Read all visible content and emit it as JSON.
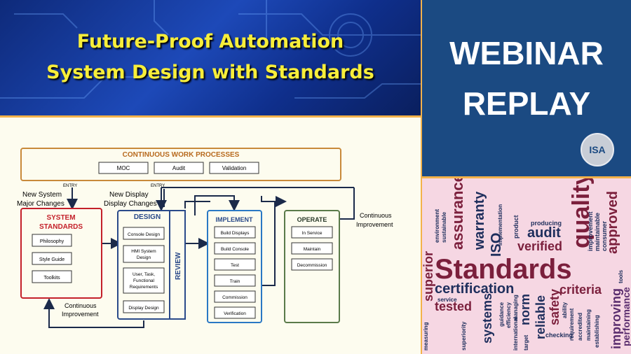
{
  "title": {
    "line1": "Future-Proof Automation",
    "line2": "System Design with Standards"
  },
  "banner": {
    "line1": "WEBINAR",
    "line2": "REPLAY",
    "logo_text": "ISA"
  },
  "diagram": {
    "top_box": {
      "title": "CONTINUOUS WORK PROCESSES",
      "items": [
        "MOC",
        "Audit",
        "Validation"
      ]
    },
    "entry_label": "ENTRY",
    "left_note": [
      "New System",
      "Major Changes"
    ],
    "mid_note": [
      "New Display",
      "Display Changes"
    ],
    "right_note": [
      "Continuous",
      "Improvement"
    ],
    "bottom_note": [
      "Continuous",
      "Improvement"
    ],
    "system_standards": {
      "title": [
        "SYSTEM",
        "STANDARDS"
      ],
      "items": [
        "Philosophy",
        "Style Guide",
        "Toolkits"
      ]
    },
    "design": {
      "title": "DESIGN",
      "items": [
        [
          "Console Design"
        ],
        [
          "HMI System",
          "Design"
        ],
        [
          "User, Task,",
          "Functional",
          "Requirements"
        ],
        [
          "Display Design"
        ]
      ],
      "review": "REVIEW"
    },
    "implement": {
      "title": "IMPLEMENT",
      "items": [
        "Build Displays",
        "Build Console",
        "Test",
        "Train",
        "Commission",
        "Verification"
      ]
    },
    "operate": {
      "title": "OPERATE",
      "items": [
        "In Service",
        "Maintain",
        "Decommission"
      ]
    }
  },
  "word_cloud": {
    "colors": {
      "maroon": "#7b1f3c",
      "navy": "#1e2e5c",
      "purple": "#5a2d6e"
    },
    "words": [
      "Standards",
      "quality",
      "assurance",
      "certification",
      "warranty",
      "ISO",
      "verified",
      "audit",
      "approved",
      "criteria",
      "superior",
      "tested",
      "systems",
      "reliable",
      "safety",
      "norm",
      "improving",
      "producing",
      "service",
      "environment",
      "sustainable",
      "implementation",
      "product",
      "improvement",
      "maintainable",
      "consumer",
      "tools",
      "guidance",
      "efficiency",
      "managing",
      "measuring",
      "superiority",
      "international",
      "target",
      "ability",
      "requirement",
      "accredited",
      "maintaining",
      "establishing",
      "checking",
      "performance"
    ]
  }
}
